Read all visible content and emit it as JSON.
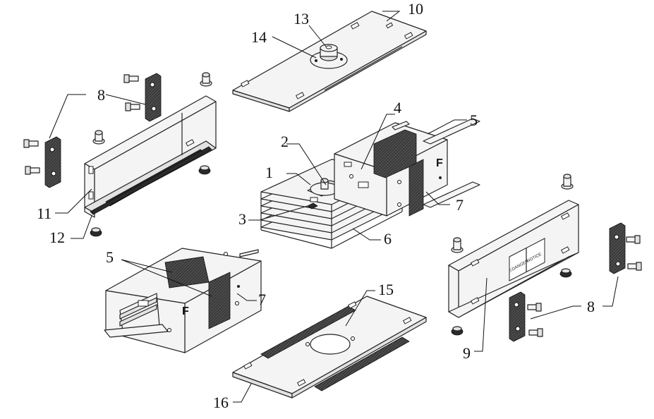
{
  "labels": {
    "l1": "1",
    "l2": "2",
    "l3": "3",
    "l4": "4",
    "l5a": "5",
    "l5b": "5",
    "l6": "6",
    "l7a": "7",
    "l7b": "7",
    "l8a": "8",
    "l8b": "8",
    "l9": "9",
    "l10": "10",
    "l11": "11",
    "l12": "12",
    "l13": "13",
    "l14": "14",
    "l15": "15",
    "l16": "16"
  },
  "plate_text": {
    "danger": "⚠DANGER",
    "notice": "NOTICE"
  },
  "f_marks": {
    "a": "F",
    "b": "F"
  },
  "colors": {
    "line": "#222222",
    "fill": "#f4f4f4",
    "dark": "#2a2a2a",
    "background": "#ffffff"
  }
}
